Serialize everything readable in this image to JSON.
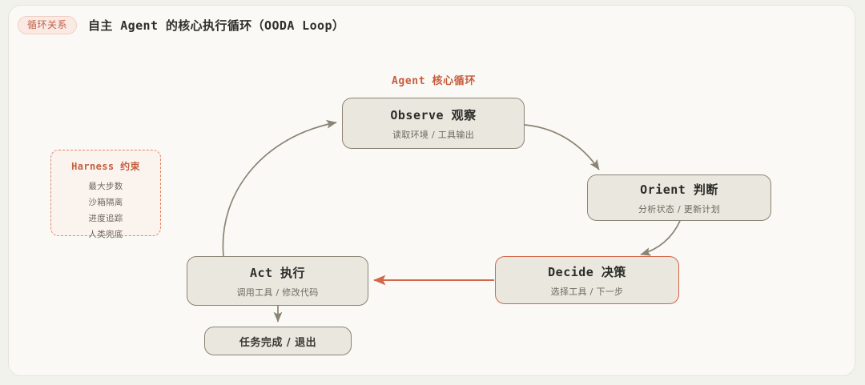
{
  "header": {
    "badge": "循环关系",
    "title": "自主 Agent 的核心执行循环（OODA Loop）"
  },
  "diagram": {
    "loop_label": "Agent 核心循环",
    "nodes": [
      {
        "id": "observe",
        "title": "Observe 观察",
        "subtitle": "读取环境 / 工具输出"
      },
      {
        "id": "orient",
        "title": "Orient 判断",
        "subtitle": "分析状态 / 更新计划"
      },
      {
        "id": "decide",
        "title": "Decide 决策",
        "subtitle": "选择工具 / 下一步"
      },
      {
        "id": "act",
        "title": "Act 执行",
        "subtitle": "调用工具 / 修改代码"
      },
      {
        "id": "exit",
        "title": "任务完成 / 退出",
        "subtitle": ""
      }
    ],
    "harness": {
      "title": "Harness 约束",
      "items": [
        "最大步数",
        "沙箱隔离",
        "进度追踪",
        "人类兜底"
      ]
    },
    "edges": [
      {
        "from": "act",
        "to": "observe",
        "style": "curve-neutral"
      },
      {
        "from": "observe",
        "to": "orient",
        "style": "curve-neutral"
      },
      {
        "from": "orient",
        "to": "decide",
        "style": "curve-neutral"
      },
      {
        "from": "decide",
        "to": "act",
        "style": "straight-accent"
      },
      {
        "from": "act",
        "to": "exit",
        "style": "straight-neutral"
      }
    ]
  },
  "colors": {
    "page_background": "#f2f2ec",
    "card_background": "#faf9f5",
    "node_fill": "#eae7df",
    "node_border": "#8c8475",
    "accent": "#d2674a",
    "loop_label": "#c85c3c",
    "badge_text": "#c0604a",
    "edge_neutral": "#8c8475"
  }
}
